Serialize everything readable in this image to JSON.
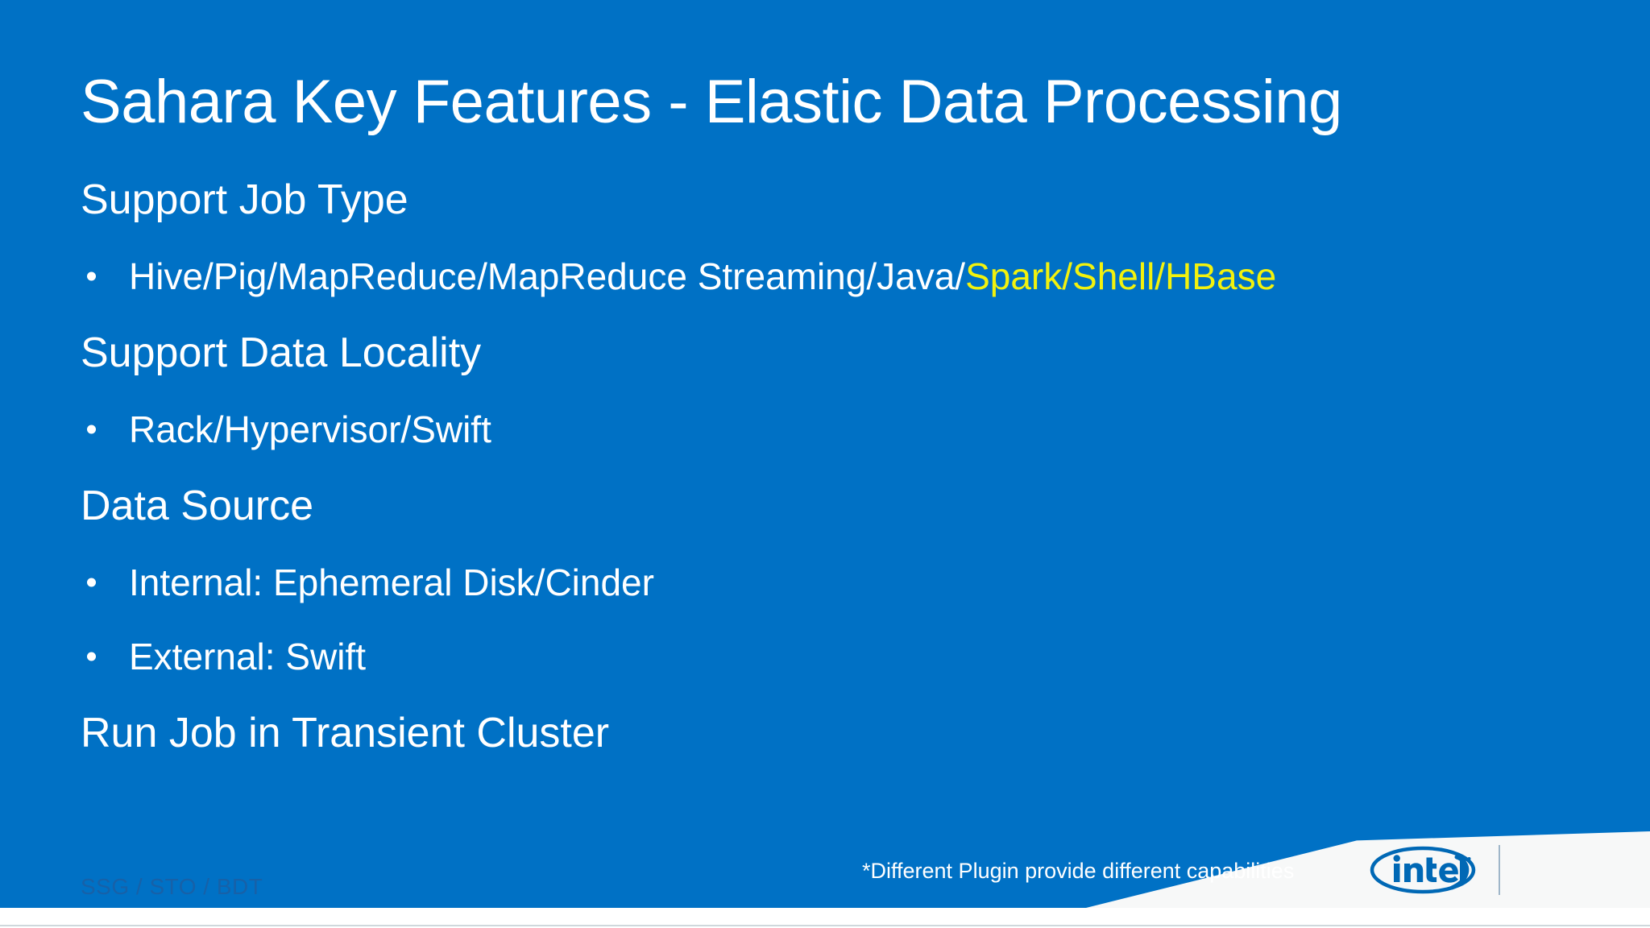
{
  "slide": {
    "title": "Sahara Key Features - Elastic Data Processing",
    "background_color": "#0071C5",
    "accent_highlight_color": "#F2F20D",
    "text_color": "#FFFFFF"
  },
  "content": {
    "blocks": [
      {
        "type": "heading",
        "text": "Support Job Type"
      },
      {
        "type": "bullet",
        "text_plain": "Hive/Pig/MapReduce/MapReduce Streaming/Java/Spark/Shell/HBase",
        "text_normal": "Hive/Pig/MapReduce/MapReduce Streaming/Java/",
        "text_highlight": "Spark/Shell/HBase"
      },
      {
        "type": "heading",
        "text": "Support Data Locality"
      },
      {
        "type": "bullet",
        "text_plain": "Rack/Hypervisor/Swift",
        "text_normal": "Rack/Hypervisor/Swift",
        "text_highlight": ""
      },
      {
        "type": "heading",
        "text": "Data Source"
      },
      {
        "type": "bullet",
        "text_plain": "Internal: Ephemeral Disk/Cinder",
        "text_normal": "Internal: Ephemeral Disk/Cinder",
        "text_highlight": ""
      },
      {
        "type": "bullet",
        "text_plain": "External: Swift",
        "text_normal": "External: Swift",
        "text_highlight": ""
      },
      {
        "type": "heading",
        "text": "Run Job in Transient Cluster"
      }
    ]
  },
  "footer": {
    "note": "*Different Plugin provide different capabilities",
    "tag": "SSG / STO / BDT",
    "logo_name": "intel-logo",
    "logo_wordmark": "intel"
  }
}
